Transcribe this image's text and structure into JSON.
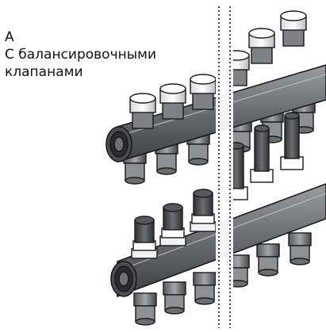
{
  "caption": {
    "label": "А",
    "line1": "С балансировочными",
    "line2": "клапанами"
  },
  "colors": {
    "pipe_dark": "#5a5d61",
    "pipe_mid": "#8a8d91",
    "pipe_light": "#c9cbce",
    "cap_white": "#f4f4f4",
    "valve_dark": "#3f4245",
    "outline": "#1a1a1a",
    "brass": "#b9bcbf"
  }
}
